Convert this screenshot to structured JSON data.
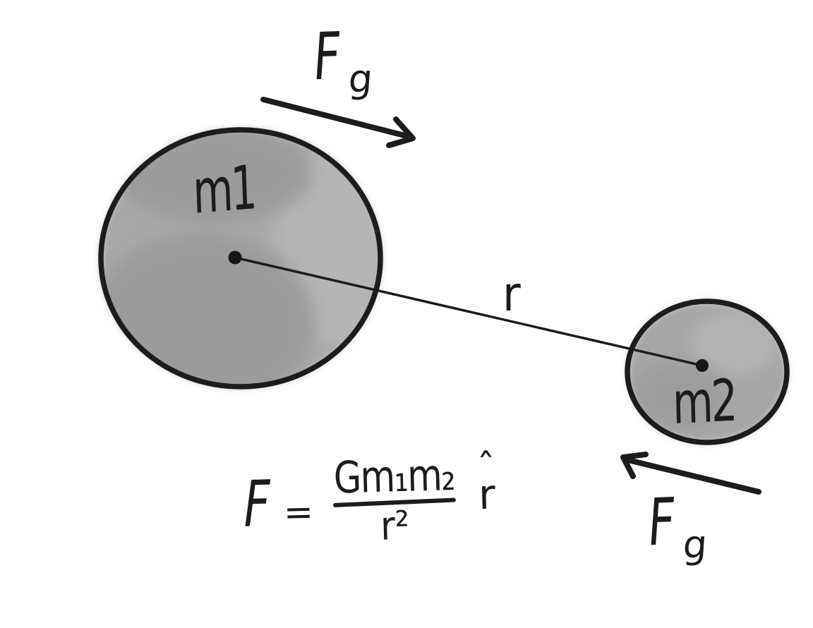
{
  "labels": {
    "mass1": "m1",
    "mass2": "m2",
    "distance": "r",
    "force_top": {
      "main": "F",
      "sub": "g"
    },
    "force_bottom": {
      "main": "F",
      "sub": "g"
    }
  },
  "formula": {
    "lhs": "F",
    "equals": "=",
    "numerator": "Gm₁m₂",
    "denominator": "r²",
    "unit_vector_hat": "ˆ",
    "unit_vector_base": "r"
  },
  "colors": {
    "ink": "#1c1c1c",
    "mass_fill": "#a9a9a9",
    "mass_fill_dark": "#9b9b9b",
    "mass_fill_light": "#b5b5b5",
    "background": "#ffffff"
  }
}
